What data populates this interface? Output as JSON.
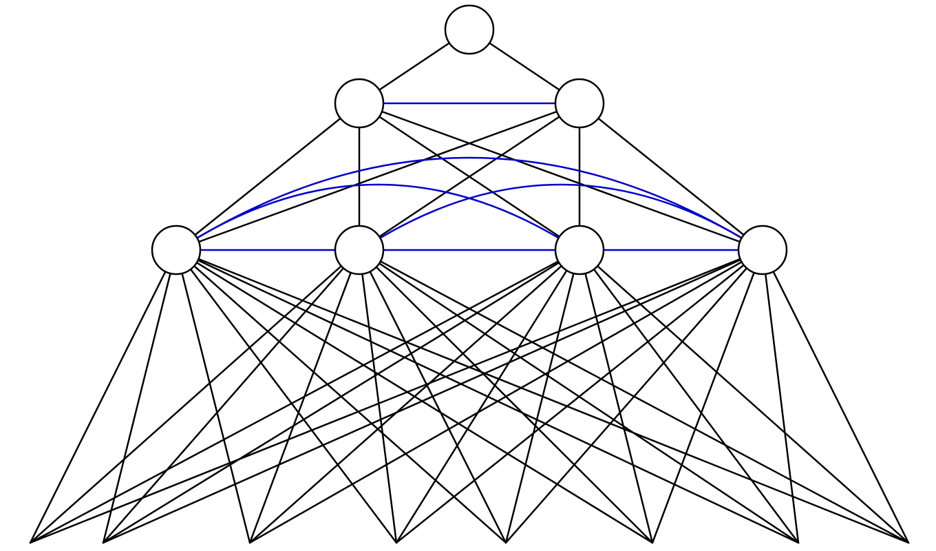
{
  "diagram": {
    "colors": {
      "background": "#ffffff",
      "node_stroke": "#000000",
      "tree_edge": "#000000",
      "cross_edge": "#0000cc"
    },
    "levels": [
      {
        "level": 0,
        "nodes": [
          "a"
        ]
      },
      {
        "level": 1,
        "nodes": [
          "b1",
          "b2"
        ]
      },
      {
        "level": 2,
        "nodes": [
          "c1",
          "c2",
          "c3",
          "c4"
        ]
      },
      {
        "level": 3,
        "nodes": [
          "d1",
          "d2",
          "d3",
          "d4",
          "d5",
          "d6",
          "d7",
          "d8"
        ]
      }
    ],
    "node_labels": {},
    "black_edges": [
      [
        "a",
        "b1"
      ],
      [
        "a",
        "b2"
      ],
      [
        "b1",
        "c1"
      ],
      [
        "b1",
        "c2"
      ],
      [
        "b1",
        "c3"
      ],
      [
        "b1",
        "c4"
      ],
      [
        "b2",
        "c1"
      ],
      [
        "b2",
        "c2"
      ],
      [
        "b2",
        "c3"
      ],
      [
        "b2",
        "c4"
      ],
      [
        "c1",
        "d1"
      ],
      [
        "c1",
        "d2"
      ],
      [
        "c1",
        "d3"
      ],
      [
        "c1",
        "d4"
      ],
      [
        "c1",
        "d5"
      ],
      [
        "c1",
        "d6"
      ],
      [
        "c1",
        "d7"
      ],
      [
        "c1",
        "d8"
      ],
      [
        "c2",
        "d1"
      ],
      [
        "c2",
        "d2"
      ],
      [
        "c2",
        "d3"
      ],
      [
        "c2",
        "d4"
      ],
      [
        "c2",
        "d5"
      ],
      [
        "c2",
        "d6"
      ],
      [
        "c2",
        "d7"
      ],
      [
        "c2",
        "d8"
      ],
      [
        "c3",
        "d1"
      ],
      [
        "c3",
        "d2"
      ],
      [
        "c3",
        "d3"
      ],
      [
        "c3",
        "d4"
      ],
      [
        "c3",
        "d5"
      ],
      [
        "c3",
        "d6"
      ],
      [
        "c3",
        "d7"
      ],
      [
        "c3",
        "d8"
      ],
      [
        "c4",
        "d1"
      ],
      [
        "c4",
        "d2"
      ],
      [
        "c4",
        "d3"
      ],
      [
        "c4",
        "d4"
      ],
      [
        "c4",
        "d5"
      ],
      [
        "c4",
        "d6"
      ],
      [
        "c4",
        "d7"
      ],
      [
        "c4",
        "d8"
      ]
    ],
    "blue_edges": [
      [
        "b1",
        "b2"
      ],
      [
        "c1",
        "c2"
      ],
      [
        "c2",
        "c3"
      ],
      [
        "c3",
        "c4"
      ],
      [
        "c1",
        "c3"
      ],
      [
        "c1",
        "c4"
      ],
      [
        "c2",
        "c4"
      ]
    ]
  }
}
